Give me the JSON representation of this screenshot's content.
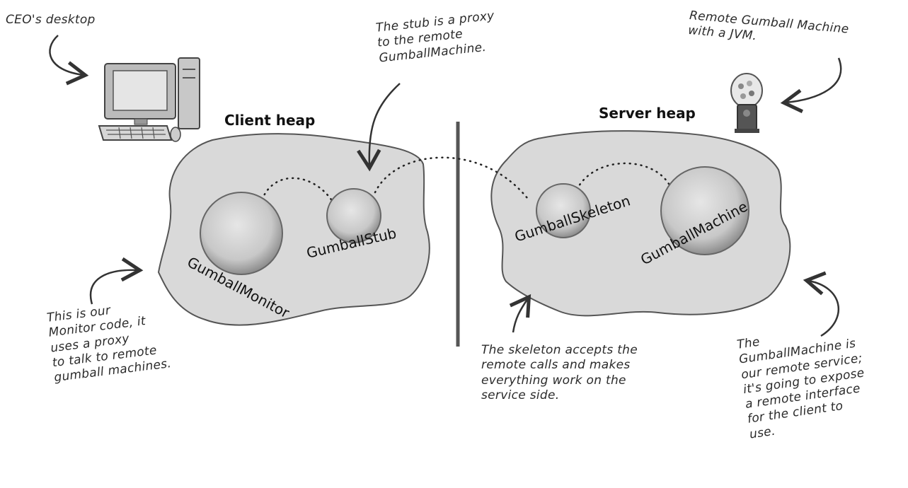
{
  "labels": {
    "ceo_desktop": "CEO's desktop",
    "remote_machine": "Remote Gumball Machine\nwith a JVM.",
    "stub_note": "The stub is a proxy\nto the remote\nGumballMachine.",
    "client_heap": "Client heap",
    "server_heap": "Server heap",
    "monitor_note": "This is our\nMonitor code, it\nuses a proxy\nto talk to remote\ngumball machines.",
    "skeleton_note": "The skeleton accepts the\nremote calls and makes\neverything work on the\nservice side.",
    "machine_note": "The\nGumballMachine is\nour remote service;\nit's going to expose\na remote interface\nfor the client to\nuse."
  },
  "objects": {
    "monitor": "GumballMonitor",
    "stub": "GumballStub",
    "skeleton": "GumballSkeleton",
    "machine": "GumballMachine"
  },
  "colors": {
    "heap_fill": "#d9d9d9",
    "sphere_fill": "#cfcfcf",
    "ink": "#333333"
  }
}
